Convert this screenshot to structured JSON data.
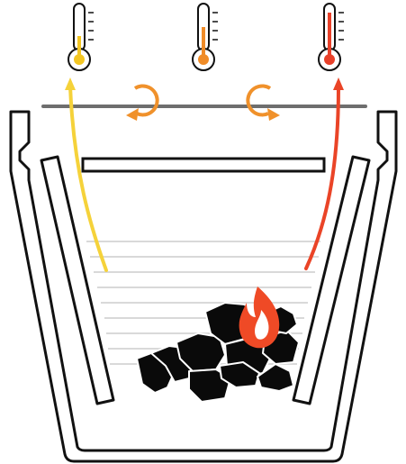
{
  "diagram": {
    "thermometers": [
      {
        "name": "left",
        "level": "low",
        "color": "#f3c623"
      },
      {
        "name": "middle",
        "level": "medium",
        "color": "#f08c28"
      },
      {
        "name": "right",
        "level": "high",
        "color": "#e8412a"
      }
    ],
    "airflow": {
      "cool_stream_color": "#f5d23a",
      "hot_stream_color": "#ea4427",
      "circulation_color": "#f0912b"
    },
    "colors": {
      "outline": "#111111",
      "lid_line": "#6e6e6e",
      "fuel": "#0a0a0a",
      "flame_outer": "#ef4a26",
      "flame_inner": "#ffffff",
      "fill_lines": "#d9d9d9"
    },
    "fuel": {
      "type": "charcoal",
      "count": 10
    }
  }
}
